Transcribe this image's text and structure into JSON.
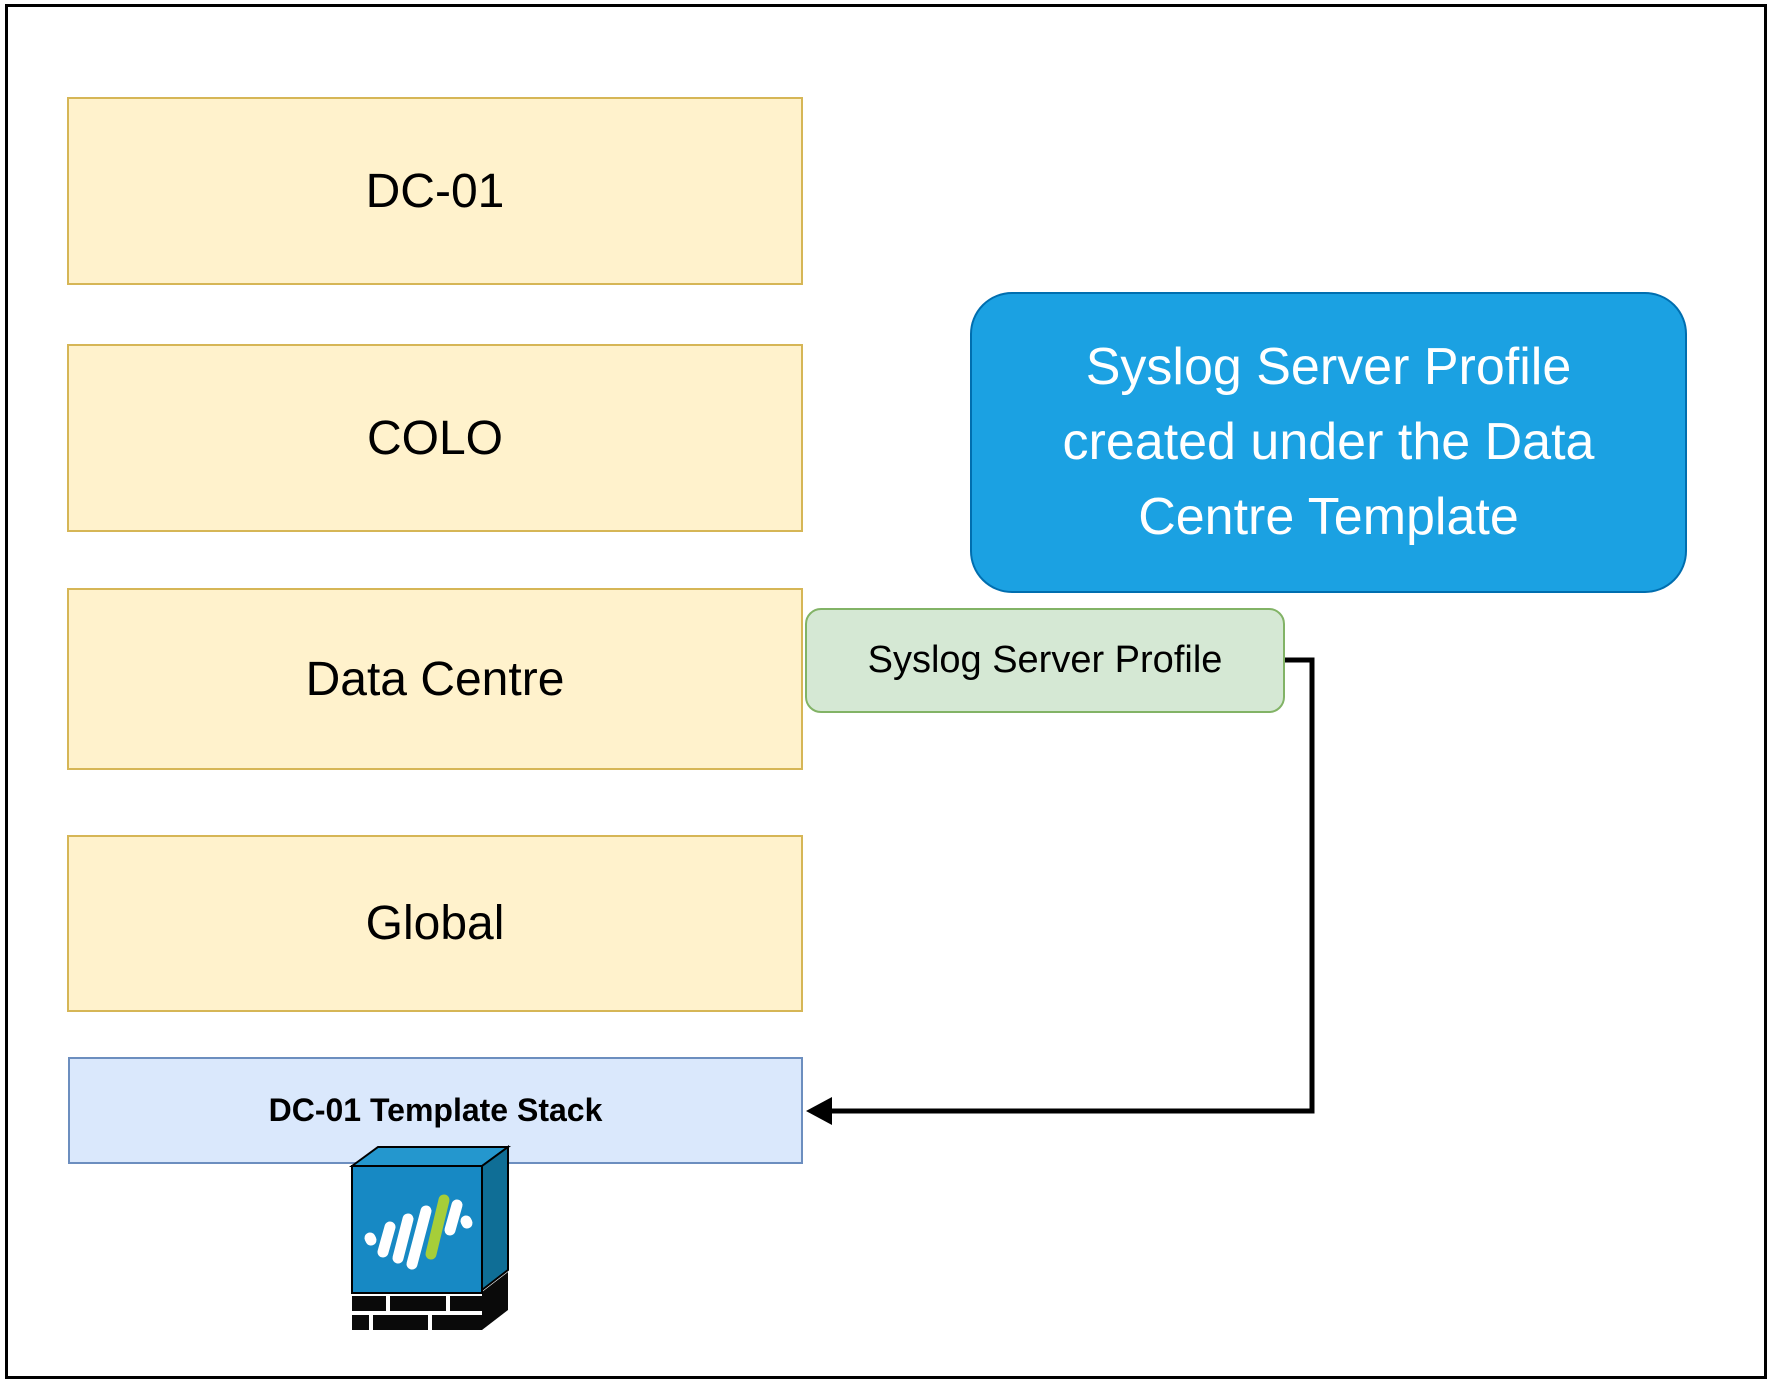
{
  "diagram": {
    "title": "Panorama template hierarchy diagram",
    "hierarchy_boxes": [
      {
        "label": "DC-01"
      },
      {
        "label": "COLO"
      },
      {
        "label": "Data Centre"
      },
      {
        "label": "Global"
      }
    ],
    "profile_box": {
      "label": "Syslog Server Profile"
    },
    "callout": {
      "text": "Syslog Server Profile\ncreated under the Data\nCentre Template"
    },
    "template_stack_box": {
      "label": "DC-01 Template Stack"
    },
    "icons": {
      "firewall": "palo-alto-firewall-icon"
    },
    "colors": {
      "template_fill": "#FFF2CC",
      "template_border": "#D6B656",
      "profile_fill": "#D5E8D4",
      "profile_border": "#82B366",
      "callout_fill": "#1BA1E2",
      "callout_border": "#006EAF",
      "callout_text": "#FFFFFF",
      "stack_fill": "#DAE8FC",
      "stack_border": "#6C8EBF",
      "arrow": "#000000",
      "firewall_front": "#1789C4",
      "firewall_top": "#2497CE",
      "firewall_side": "#0F6E96",
      "firewall_green_bar": "#A6CE39",
      "firewall_bricks": "#0A0A0A"
    }
  }
}
